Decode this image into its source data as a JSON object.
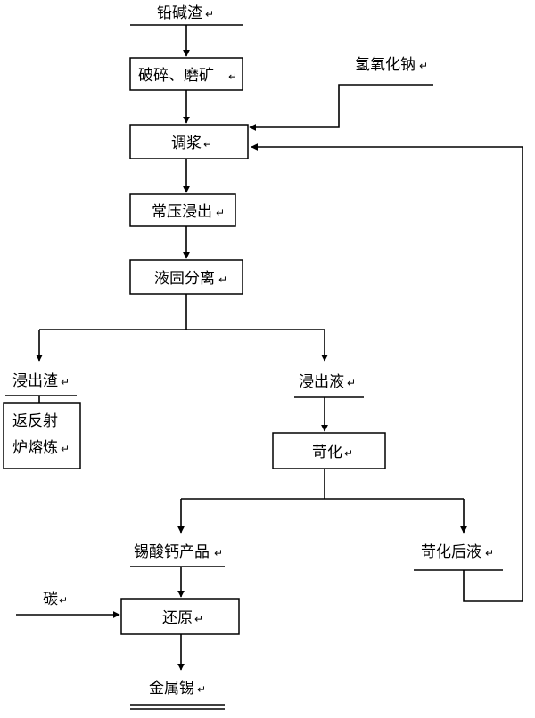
{
  "nodes": {
    "lead_slag": "铅碱渣",
    "crush": "破碎、磨矿",
    "naoh": "氢氧化钠",
    "slurry": "调浆",
    "leach": "常压浸出",
    "separation": "液固分离",
    "residue": "浸出渣",
    "reverb_1": "返反射",
    "reverb_2": "炉熔炼",
    "leachate": "浸出液",
    "causticize": "苛化",
    "stannate": "锡酸钙产品",
    "after_liquor": "苛化后液",
    "carbon": "碳",
    "reduce": "还原",
    "tin": "金属锡"
  },
  "paragraph_mark": "↵"
}
